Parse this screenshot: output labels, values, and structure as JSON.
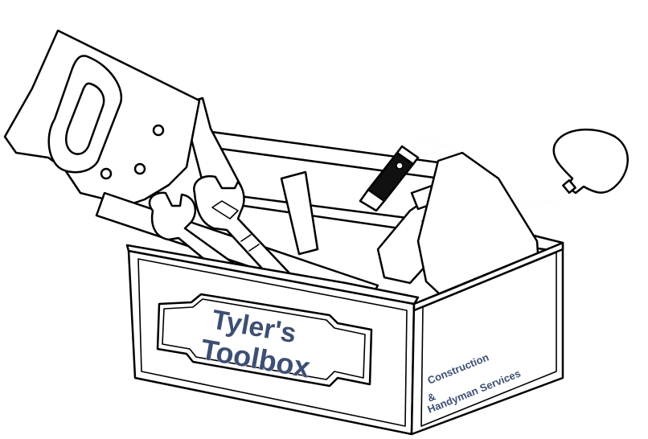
{
  "logo": {
    "title_line1": "Tyler's",
    "title_line2": "Toolbox",
    "side_line1": "Construction",
    "side_line2": "&",
    "side_line3": "Handyman Services"
  },
  "colors": {
    "text_blue": "#3d4f73",
    "ink": "#000000",
    "background": "#ffffff",
    "hand_drill_handle": "#111111"
  },
  "icons": [
    "handsaw-icon",
    "wrench-icon",
    "adjustable-wrench-icon",
    "hand-drill-icon",
    "hammer-icon",
    "toolbox-icon"
  ]
}
